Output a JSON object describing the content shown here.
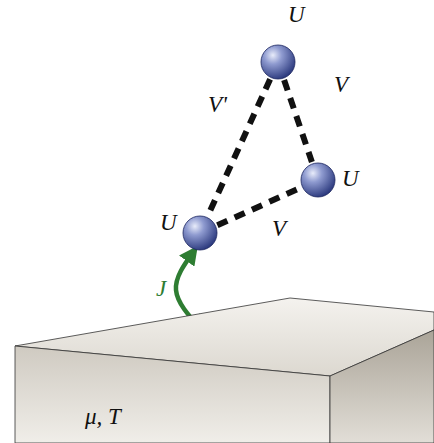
{
  "diagram": {
    "nodes": [
      {
        "text": [
          "U"
        ]
      },
      {
        "text": [
          "U"
        ]
      },
      {
        "text": [
          "U"
        ]
      },
      {
        "text": [
          "μ, T"
        ]
      }
    ],
    "edges": [
      {
        "from": 0,
        "to": 1,
        "arrow": "none",
        "label": "V"
      },
      {
        "from": 0,
        "to": 2,
        "arrow": "none",
        "label": "V'"
      },
      {
        "from": 2,
        "to": 1,
        "arrow": "none",
        "label": "V"
      },
      {
        "from": 2,
        "to": 3,
        "arrow": "both",
        "label": "J"
      }
    ]
  }
}
